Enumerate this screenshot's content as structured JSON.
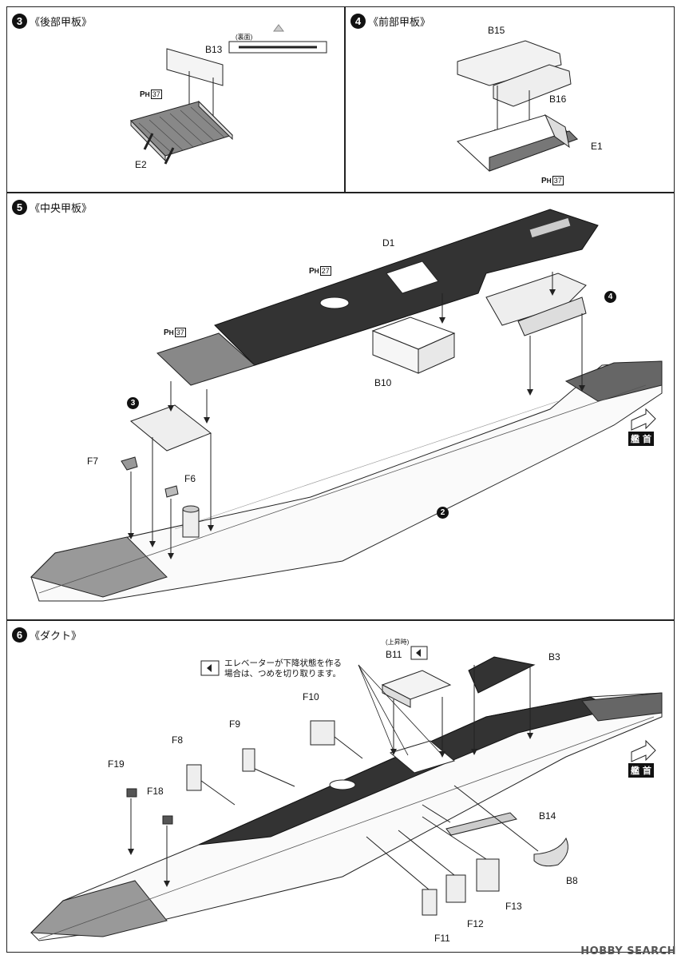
{
  "steps": {
    "s3": {
      "num": "3",
      "title": "《後部甲板》"
    },
    "s4": {
      "num": "4",
      "title": "《前部甲板》"
    },
    "s5": {
      "num": "5",
      "title": "《中央甲板》"
    },
    "s6": {
      "num": "6",
      "title": "《ダクト》"
    }
  },
  "labels": {
    "B13": "B13",
    "E2": "E2",
    "B15": "B15",
    "B16": "B16",
    "E1": "E1",
    "D1": "D1",
    "B10": "B10",
    "F7": "F7",
    "F6": "F6",
    "B11": "B11",
    "B3": "B3",
    "F10": "F10",
    "F9": "F9",
    "F8": "F8",
    "F19": "F19",
    "F18": "F18",
    "B14": "B14",
    "B8": "B8",
    "F11": "F11",
    "F12": "F12",
    "F13": "F13"
  },
  "ref_circles": {
    "r4": "4",
    "r3": "3",
    "r2": "2"
  },
  "paint_refs": {
    "p3": {
      "prefix": "P",
      "sub": "H",
      "num": "37"
    },
    "p4": {
      "prefix": "P",
      "sub": "H",
      "num": "37"
    },
    "p5a": {
      "prefix": "P",
      "sub": "H",
      "num": "27"
    },
    "p5b": {
      "prefix": "P",
      "sub": "H",
      "num": "37"
    }
  },
  "small_notes": {
    "s3_note": "(裏面)",
    "s6_note": "(上昇時)"
  },
  "notes": {
    "s6_line1": "エレベーターが下降状態を作る",
    "s6_line2": "場合は、つめを切り取ります。"
  },
  "bow_label": "艦 首",
  "watermark": "HOBBY SEARCH"
}
